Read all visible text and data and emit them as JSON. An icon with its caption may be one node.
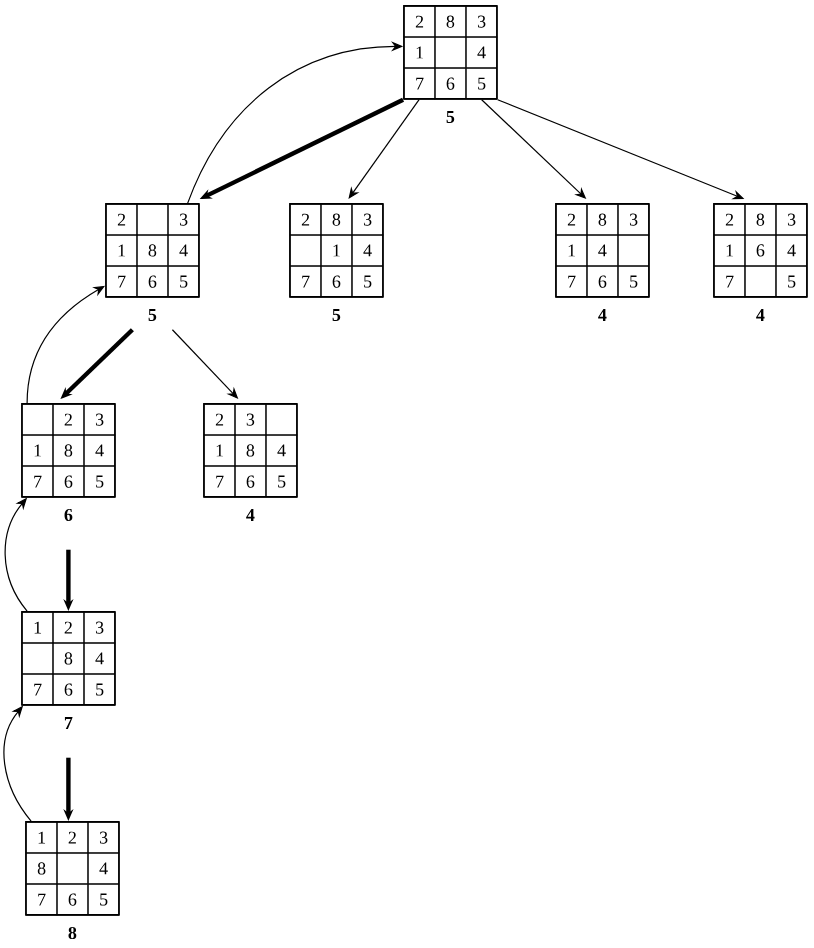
{
  "diagram": {
    "nodes": [
      {
        "text": [],
        "shape": "box",
        "beside": [
          "5"
        ]
      },
      {
        "text": [
          "2"
        ],
        "in": 0
      },
      {
        "text": [
          "8"
        ],
        "in": 0
      },
      {
        "text": [
          "3"
        ],
        "in": 0
      },
      {
        "text": [
          "1"
        ],
        "in": 0
      },
      {
        "text": [],
        "shape": "box",
        "in": 0
      },
      {
        "text": [
          "4"
        ],
        "in": 0
      },
      {
        "text": [
          "7"
        ],
        "in": 0
      },
      {
        "text": [
          "6"
        ],
        "in": 0
      },
      {
        "text": [
          "5"
        ],
        "in": 0
      },
      {
        "text": [],
        "shape": "box",
        "beside": [
          "5"
        ]
      },
      {
        "text": [
          "2"
        ],
        "in": 10
      },
      {
        "text": [],
        "shape": "box",
        "in": 10
      },
      {
        "text": [
          "3"
        ],
        "in": 10
      },
      {
        "text": [
          "1"
        ],
        "in": 10
      },
      {
        "text": [
          "8"
        ],
        "in": 10
      },
      {
        "text": [
          "4"
        ],
        "in": 10
      },
      {
        "text": [
          "7"
        ],
        "in": 10
      },
      {
        "text": [
          "6"
        ],
        "in": 10
      },
      {
        "text": [
          "5"
        ],
        "in": 10
      },
      {
        "text": [],
        "shape": "box",
        "beside": [
          "5"
        ]
      },
      {
        "text": [
          "2"
        ],
        "in": 20
      },
      {
        "text": [
          "8"
        ],
        "in": 20
      },
      {
        "text": [
          "3"
        ],
        "in": 20
      },
      {
        "text": [],
        "shape": "box",
        "in": 20
      },
      {
        "text": [
          "1"
        ],
        "in": 20
      },
      {
        "text": [
          "4"
        ],
        "in": 20
      },
      {
        "text": [
          "7"
        ],
        "in": 20
      },
      {
        "text": [
          "6"
        ],
        "in": 20
      },
      {
        "text": [
          "5"
        ],
        "in": 20
      },
      {
        "text": [],
        "shape": "box",
        "beside": [
          "4"
        ]
      },
      {
        "text": [
          "2"
        ],
        "in": 30
      },
      {
        "text": [
          "8"
        ],
        "in": 30
      },
      {
        "text": [
          "3"
        ],
        "in": 30
      },
      {
        "text": [
          "1"
        ],
        "in": 30
      },
      {
        "text": [
          "4"
        ],
        "in": 30
      },
      {
        "text": [],
        "shape": "box",
        "in": 30
      },
      {
        "text": [
          "7"
        ],
        "in": 30
      },
      {
        "text": [
          "6"
        ],
        "in": 30
      },
      {
        "text": [
          "5"
        ],
        "in": 30
      },
      {
        "text": [],
        "shape": "box",
        "beside": [
          "4"
        ]
      },
      {
        "text": [
          "2"
        ],
        "in": 40
      },
      {
        "text": [
          "8"
        ],
        "in": 40
      },
      {
        "text": [
          "3"
        ],
        "in": 40
      },
      {
        "text": [
          "1"
        ],
        "in": 40
      },
      {
        "text": [
          "6"
        ],
        "in": 40
      },
      {
        "text": [
          "4"
        ],
        "in": 40
      },
      {
        "text": [
          "7"
        ],
        "in": 40
      },
      {
        "text": [],
        "shape": "box",
        "in": 40
      },
      {
        "text": [
          "5"
        ],
        "in": 40
      },
      {
        "text": [],
        "shape": "box",
        "beside": [
          "6"
        ]
      },
      {
        "text": [],
        "shape": "box",
        "in": 50
      },
      {
        "text": [
          "2"
        ],
        "in": 50
      },
      {
        "text": [
          "3"
        ],
        "in": 50
      },
      {
        "text": [
          "1"
        ],
        "in": 50
      },
      {
        "text": [
          "8"
        ],
        "in": 50
      },
      {
        "text": [
          "4"
        ],
        "in": 50
      },
      {
        "text": [
          "7"
        ],
        "in": 50
      },
      {
        "text": [
          "6"
        ],
        "in": 50
      },
      {
        "text": [
          "5"
        ],
        "in": 50
      },
      {
        "text": [],
        "shape": "box",
        "beside": [
          "4"
        ]
      },
      {
        "text": [
          "2"
        ],
        "in": 60
      },
      {
        "text": [
          "3"
        ],
        "in": 60
      },
      {
        "text": [],
        "shape": "box",
        "in": 60
      },
      {
        "text": [
          "1"
        ],
        "in": 60
      },
      {
        "text": [
          "8"
        ],
        "in": 60
      },
      {
        "text": [
          "4"
        ],
        "in": 60
      },
      {
        "text": [
          "7"
        ],
        "in": 60
      },
      {
        "text": [
          "6"
        ],
        "in": 60
      },
      {
        "text": [
          "5"
        ],
        "in": 60
      },
      {
        "text": [],
        "shape": "box",
        "beside": [
          "7"
        ]
      },
      {
        "text": [
          "1"
        ],
        "in": 70
      },
      {
        "text": [
          "2"
        ],
        "in": 70
      },
      {
        "text": [
          "3"
        ],
        "in": 70
      },
      {
        "text": [],
        "shape": "box",
        "in": 70
      },
      {
        "text": [
          "8"
        ],
        "in": 70
      },
      {
        "text": [
          "4"
        ],
        "in": 70
      },
      {
        "text": [
          "7"
        ],
        "in": 70
      },
      {
        "text": [
          "6"
        ],
        "in": 70
      },
      {
        "text": [
          "5"
        ],
        "in": 70
      },
      {
        "text": [],
        "shape": "box",
        "beside": [
          "8"
        ]
      },
      {
        "text": [
          "1"
        ],
        "in": 80
      },
      {
        "text": [
          "2"
        ],
        "in": 80
      },
      {
        "text": [
          "3"
        ],
        "in": 80
      },
      {
        "text": [
          "8"
        ],
        "in": 80
      },
      {
        "text": [],
        "shape": "box",
        "in": 80
      },
      {
        "text": [
          "4"
        ],
        "in": 80
      },
      {
        "text": [
          "7"
        ],
        "in": 80
      },
      {
        "text": [
          "6"
        ],
        "in": 80
      },
      {
        "text": [
          "5"
        ],
        "in": 80
      }
    ],
    "edges": [
      {
        "from": 0,
        "to": 10,
        "arrow": "to",
        "style": "thick"
      },
      {
        "from": 0,
        "to": 20,
        "arrow": "to"
      },
      {
        "from": 0,
        "to": 30,
        "arrow": "to"
      },
      {
        "from": 0,
        "to": 40,
        "arrow": "to"
      },
      {
        "from": 10,
        "to": 50,
        "arrow": "to",
        "style": "thick"
      },
      {
        "from": 10,
        "to": 60,
        "arrow": "to"
      },
      {
        "from": 50,
        "to": 70,
        "arrow": "to",
        "style": "thick"
      },
      {
        "from": 70,
        "to": 80,
        "arrow": "to",
        "style": "thick"
      },
      {
        "from": 10,
        "to": 0,
        "arrow": "to"
      },
      {
        "from": 50,
        "to": 10,
        "arrow": "to"
      },
      {
        "from": 70,
        "to": 50,
        "arrow": "to"
      },
      {
        "from": 80,
        "to": 70,
        "arrow": "to"
      }
    ]
  }
}
